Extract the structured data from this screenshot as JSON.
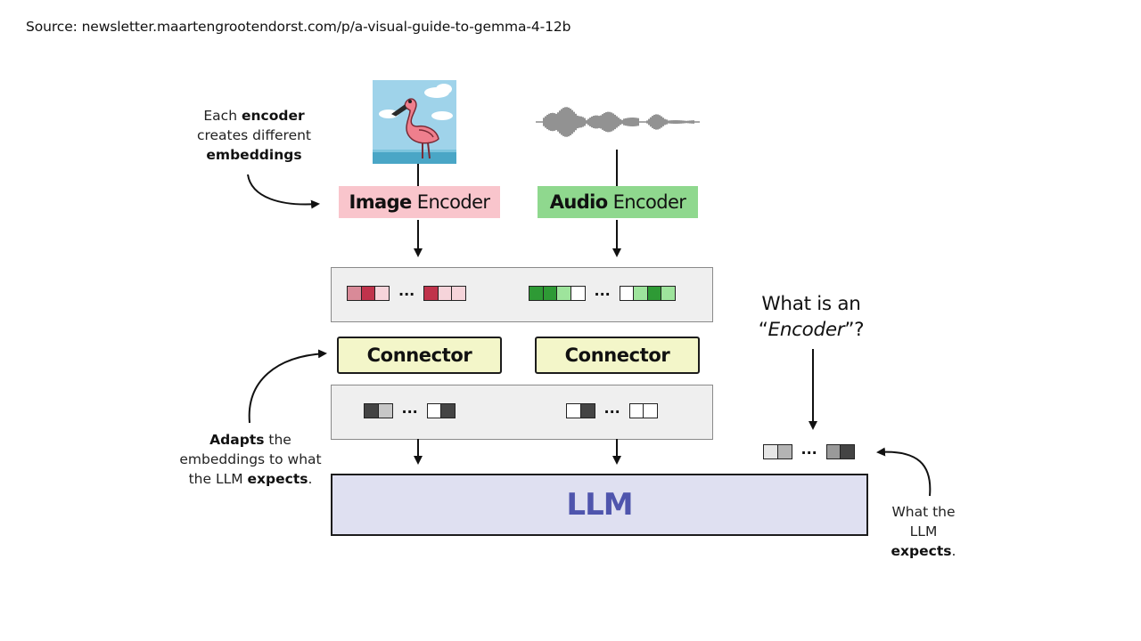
{
  "source": "Source: newsletter.maartengrootendorst.com/p/a-visual-guide-to-gemma-4-12b",
  "notes": {
    "encoder_note": {
      "l1_pre": "Each ",
      "l1_bold": "encoder",
      "l2": "creates different",
      "l3_bold": "embeddings"
    },
    "connector_note": {
      "l1_bold": "Adapts",
      "l1_post": " the",
      "l2": "embeddings to what",
      "l3_pre": "the LLM ",
      "l3_bold": "expects",
      "l3_post": "."
    },
    "llm_note": {
      "l1": "What the",
      "l2": "LLM",
      "l3_bold": "expects",
      "l3_post": "."
    },
    "question": {
      "l1": "What is an",
      "l2_open": "“",
      "l2_italic": "Encoder",
      "l2_close": "”?"
    }
  },
  "encoders": {
    "image": {
      "bold": "Image",
      "rest": " Encoder",
      "color": "#f9c5cc"
    },
    "audio": {
      "bold": "Audio",
      "rest": " Encoder",
      "color": "#8fd88e"
    }
  },
  "connectors": {
    "left_label": "Connector",
    "right_label": "Connector",
    "color": "#f3f6c9"
  },
  "llm": {
    "label": "LLM",
    "color": "#dfe0f1",
    "text_color": "#4f55ad"
  },
  "ellipsis": "...",
  "embeddings": {
    "image_left": [
      "#d98a98",
      "#c0334b",
      "#f6d4da"
    ],
    "image_right": [
      "#c0334b",
      "#f6d4da",
      "#f6d4da"
    ],
    "audio_left": [
      "#2e9a35",
      "#2e9a35",
      "#9ee49c",
      "#ffffff"
    ],
    "audio_right": [
      "#ffffff",
      "#9ee49c",
      "#2e9a35",
      "#9ee49c"
    ],
    "conn1_left": [
      "#444444",
      "#c7c7c7"
    ],
    "conn1_right": [
      "#ffffff",
      "#444444"
    ],
    "conn2_left": [
      "#ffffff",
      "#444444"
    ],
    "conn2_right": [
      "#ffffff",
      "#ffffff"
    ],
    "target_left": [
      "#e6e6e6",
      "#b4b4b4"
    ],
    "target_right": [
      "#9a9a9a",
      "#444444"
    ]
  },
  "icons": {
    "image": "flamingo-image-icon",
    "audio": "audio-waveform-icon"
  }
}
